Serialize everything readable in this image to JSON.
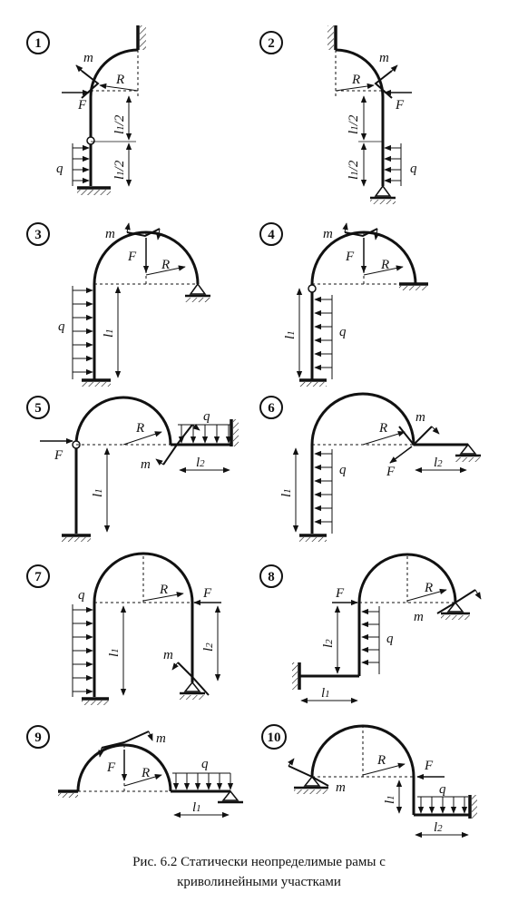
{
  "caption": {
    "line1": "Рис. 6.2 Статически неопределимые рамы с",
    "line2": "криволинейными участками"
  },
  "labels": {
    "m": "m",
    "F": "F",
    "R": "R",
    "q": "q",
    "l": "l",
    "sub1": "1",
    "sub2": "2",
    "half": "/2"
  },
  "frames": [
    {
      "number": "1"
    },
    {
      "number": "2"
    },
    {
      "number": "3"
    },
    {
      "number": "4"
    },
    {
      "number": "5"
    },
    {
      "number": "6"
    },
    {
      "number": "7"
    },
    {
      "number": "8"
    },
    {
      "number": "9"
    },
    {
      "number": "10"
    }
  ]
}
